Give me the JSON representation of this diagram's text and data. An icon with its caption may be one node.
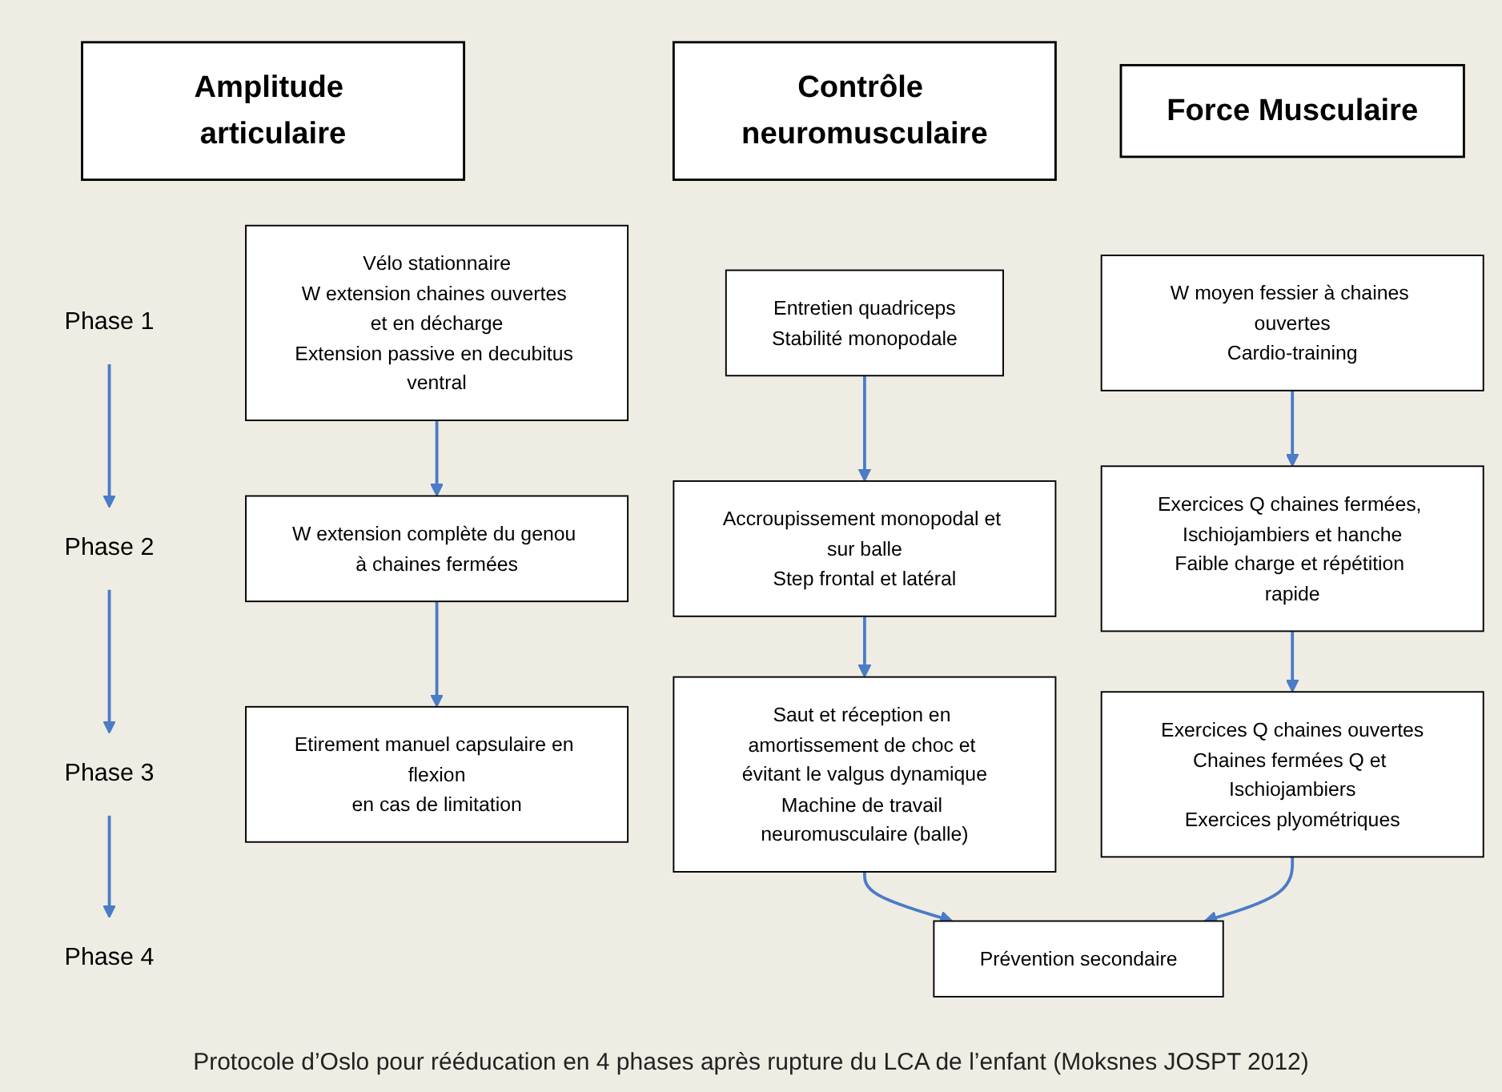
{
  "diagram": {
    "caption": "Protocole d’Oslo pour rééducation en 4 phases après rupture du LCA de l’enfant (Moksnes JOSPT 2012)",
    "nodes": [
      {
        "text": [
          "Amplitude articulaire"
        ]
      },
      {
        "text": [
          "Contrôle neuromusculaire"
        ]
      },
      {
        "text": [
          "Force Musculaire"
        ]
      },
      {
        "text": [
          "Phase 1"
        ]
      },
      {
        "text": [
          "Vélo stationnaire",
          "W extension chaines ouvertes et en décharge",
          "Extension passive en decubitus ventral"
        ]
      },
      {
        "text": [
          "Entretien quadriceps",
          "Stabilité monopodale"
        ]
      },
      {
        "text": [
          "W moyen fessier à chaines ouvertes",
          "Cardio-training"
        ]
      },
      {
        "text": [
          "Phase 2"
        ]
      },
      {
        "text": [
          "W extension complète du genou à chaines fermées"
        ]
      },
      {
        "text": [
          "Accroupissement monopodal et sur balle",
          "Step frontal et latéral"
        ]
      },
      {
        "text": [
          "Exercices Q chaines fermées, Ischiojambiers et hanche",
          "Faible charge et répétition rapide"
        ]
      },
      {
        "text": [
          "Phase 3"
        ]
      },
      {
        "text": [
          "Etirement manuel capsulaire en flexion",
          "en cas de limitation"
        ]
      },
      {
        "text": [
          "Saut et réception en amortissement de choc et évitant le valgus dynamique",
          "Machine de travail neuromusculaire (balle)"
        ]
      },
      {
        "text": [
          "Exercices Q chaines ouvertes",
          "Chaines fermées Q et Ischiojambiers",
          "Exercices plyométriques"
        ]
      },
      {
        "text": [
          "Phase 4"
        ]
      },
      {
        "text": [
          "Prévention secondaire"
        ]
      }
    ],
    "edges": [
      {
        "from": 3,
        "to": 7,
        "arrow": "to"
      },
      {
        "from": 7,
        "to": 11,
        "arrow": "to"
      },
      {
        "from": 11,
        "to": 15,
        "arrow": "to"
      },
      {
        "from": 4,
        "to": 8,
        "arrow": "to"
      },
      {
        "from": 5,
        "to": 9,
        "arrow": "to"
      },
      {
        "from": 6,
        "to": 10,
        "arrow": "to"
      },
      {
        "from": 8,
        "to": 12,
        "arrow": "to"
      },
      {
        "from": 9,
        "to": 13,
        "arrow": "to"
      },
      {
        "from": 10,
        "to": 14,
        "arrow": "to"
      },
      {
        "from": 13,
        "to": 16,
        "arrow": "to"
      },
      {
        "from": 14,
        "to": 16,
        "arrow": "to"
      }
    ]
  }
}
